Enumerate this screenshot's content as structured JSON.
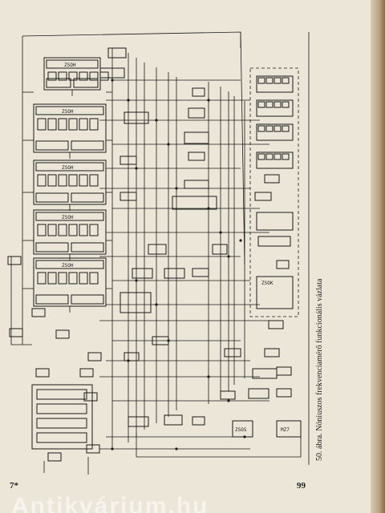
{
  "caption": "50. ábra. Nóniuszos frekvenciamérő funkcionális vázlata",
  "page_number_left": "7*",
  "page_number_right": "99",
  "watermark": "Antikvárium.hu",
  "chip_labels": [
    "ZSOH",
    "ZSOH",
    "ZSOH",
    "ZSOH",
    "ZSOH",
    "ZSOK",
    "ZSOS",
    "MZ7"
  ],
  "colors": {
    "paper": "#ebe6d8",
    "ink": "#1a1a1a",
    "background": "#7a5a3c"
  }
}
